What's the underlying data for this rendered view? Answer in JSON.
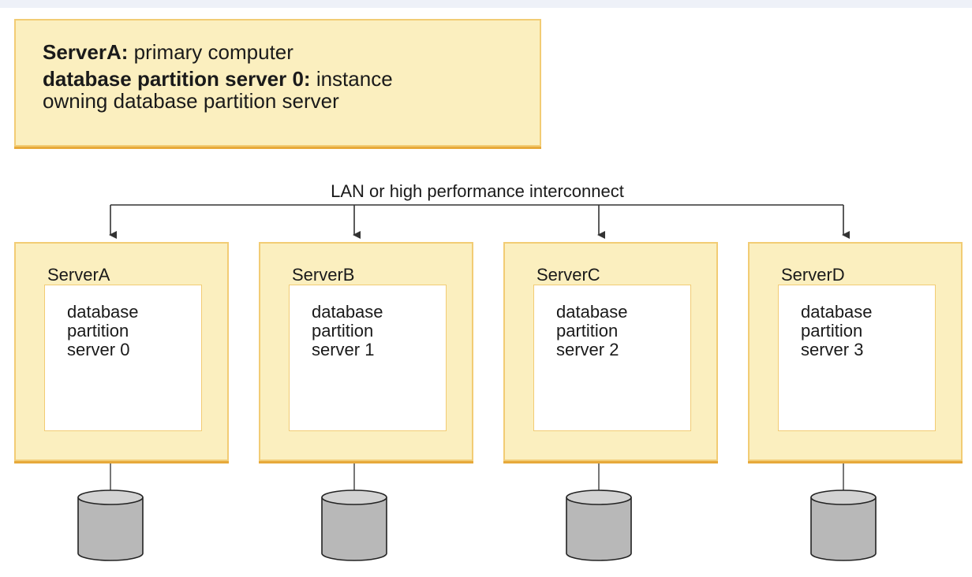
{
  "legend": {
    "primary_term": "ServerA:",
    "primary_desc": "primary computer",
    "owner_term": "database partition server 0:",
    "owner_desc_1": "instance",
    "owner_desc_2": "owning database partition server"
  },
  "network_label": "LAN or high performance interconnect",
  "servers": [
    {
      "name": "ServerA",
      "partition_lines": [
        "database",
        "partition",
        "server 0"
      ]
    },
    {
      "name": "ServerB",
      "partition_lines": [
        "database",
        "partition",
        "server 1"
      ]
    },
    {
      "name": "ServerC",
      "partition_lines": [
        "database",
        "partition",
        "server 2"
      ]
    },
    {
      "name": "ServerD",
      "partition_lines": [
        "database",
        "partition",
        "server 3"
      ]
    }
  ],
  "colors": {
    "box_fill": "#fbefbf",
    "box_border": "#f2cc74",
    "box_shadow": "#e7a93a",
    "disk_fill": "#b8b8b8",
    "disk_top": "#d2d2d2",
    "background": "#eef1f8"
  },
  "icons": [
    "disk-icon",
    "arrow-down-icon"
  ]
}
